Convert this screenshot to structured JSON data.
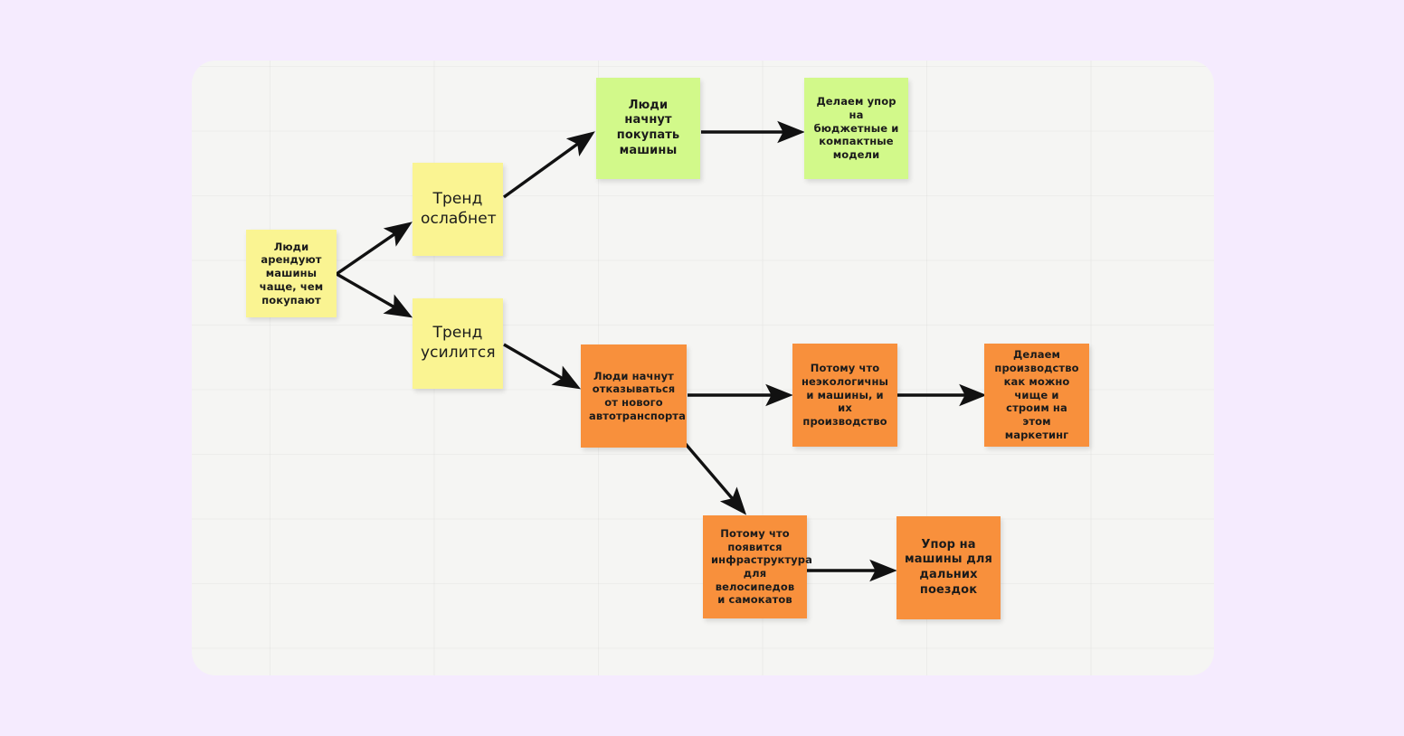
{
  "board": {
    "background_color": "#f5ebfe",
    "canvas_color": "#f5f5f3",
    "grid": "on"
  },
  "colors": {
    "yellow": "#faf492",
    "green": "#d2f98a",
    "orange": "#f8903c",
    "arrow": "#111111"
  },
  "notes": [
    {
      "id": "n1",
      "color": "yellow",
      "text": "Люди арендуют машины чаще, чем покупают"
    },
    {
      "id": "n2",
      "color": "yellow",
      "text": "Тренд ослабнет"
    },
    {
      "id": "n3",
      "color": "yellow",
      "text": "Тренд усилится"
    },
    {
      "id": "n4",
      "color": "green",
      "text": "Люди начнут покупать машины"
    },
    {
      "id": "n5",
      "color": "green",
      "text": "Делаем упор на бюджетные и компактные модели"
    },
    {
      "id": "n6",
      "color": "orange",
      "text": "Люди начнут отказываться от нового автотранспорта"
    },
    {
      "id": "n7",
      "color": "orange",
      "text": "Потому что неэкологичны и машины, и их производство"
    },
    {
      "id": "n8",
      "color": "orange",
      "text": "Делаем производство как можно чище и строим на этом маркетинг"
    },
    {
      "id": "n9",
      "color": "orange",
      "text": "Потому что появится инфраструктура для велосипедов и самокатов"
    },
    {
      "id": "n10",
      "color": "orange",
      "text": "Упор на машины для дальних поездок"
    }
  ],
  "connectors": [
    {
      "from": "n1",
      "to": "n2"
    },
    {
      "from": "n1",
      "to": "n3"
    },
    {
      "from": "n2",
      "to": "n4"
    },
    {
      "from": "n4",
      "to": "n5"
    },
    {
      "from": "n3",
      "to": "n6"
    },
    {
      "from": "n6",
      "to": "n7"
    },
    {
      "from": "n7",
      "to": "n8"
    },
    {
      "from": "n6",
      "to": "n9"
    },
    {
      "from": "n9",
      "to": "n10"
    }
  ]
}
